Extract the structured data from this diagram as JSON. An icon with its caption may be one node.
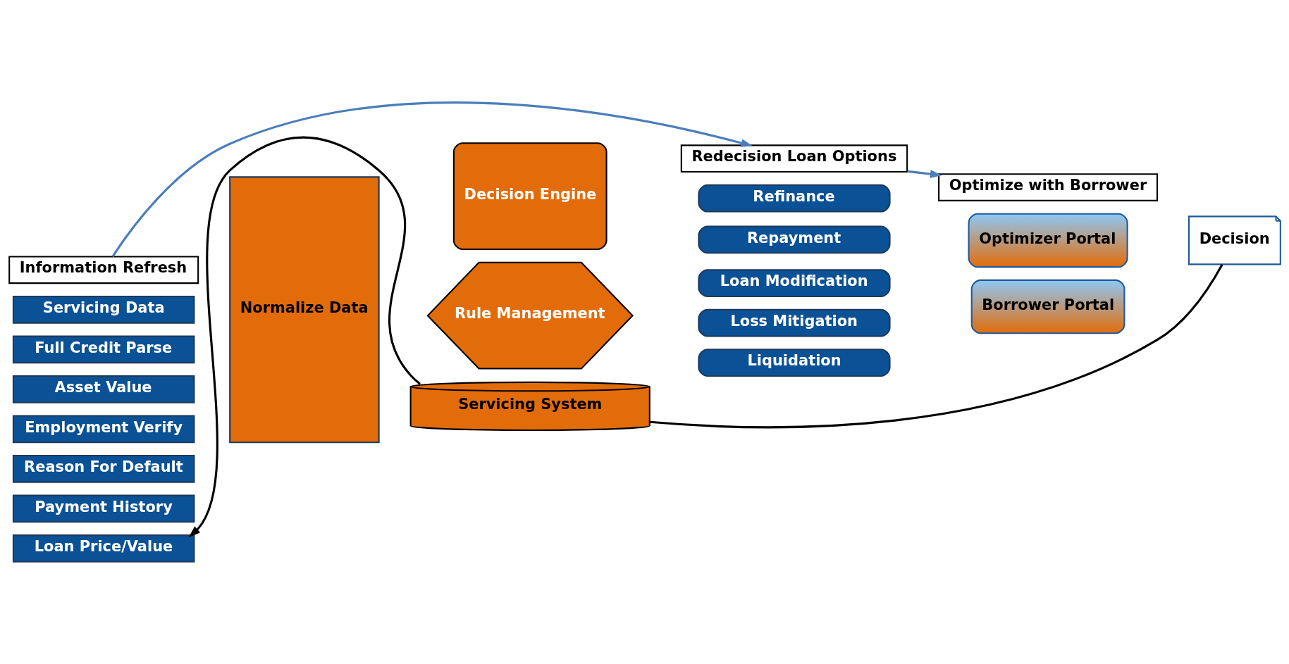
{
  "diagram": {
    "nodes": [
      {
        "text": [
          "Information Refresh"
        ]
      },
      {
        "text": [
          "Redecision Loan Options"
        ]
      },
      {
        "text": [
          "Optimize with Borrower"
        ]
      },
      {
        "text": [
          "Servicing Data"
        ]
      },
      {
        "text": [
          "Full Credit Parse"
        ]
      },
      {
        "text": [
          "Asset Value"
        ]
      },
      {
        "text": [
          "Employment Verify"
        ]
      },
      {
        "text": [
          "Reason For Default"
        ]
      },
      {
        "text": [
          "Payment History"
        ]
      },
      {
        "text": [
          "Loan Price/Value"
        ]
      },
      {
        "text": [
          "Normalize Data"
        ]
      },
      {
        "text": [
          "Decision Engine"
        ]
      },
      {
        "text": [
          "Rule Management"
        ]
      },
      {
        "text": [
          "Refinance"
        ]
      },
      {
        "text": [
          "Repayment"
        ]
      },
      {
        "text": [
          "Loan Modification"
        ]
      },
      {
        "text": [
          "Loss Mitigation"
        ]
      },
      {
        "text": [
          "Liquidation"
        ]
      },
      {
        "text": [
          "Optimizer Portal"
        ]
      },
      {
        "text": [
          "Borrower Portal"
        ]
      },
      {
        "text": [
          "Decision"
        ]
      },
      {
        "text": [
          "Servicing System"
        ]
      }
    ],
    "edges": [
      {
        "from": 0,
        "to": 1,
        "arrow": "to",
        "color": "#4a7ebb"
      },
      {
        "from": 1,
        "to": 2,
        "arrow": "to",
        "color": "#4a7ebb"
      },
      {
        "from": 20,
        "to": 21,
        "arrow": "none",
        "color": "#000000"
      },
      {
        "from": 21,
        "to": 9,
        "arrow": "to",
        "color": "#000000"
      }
    ]
  }
}
